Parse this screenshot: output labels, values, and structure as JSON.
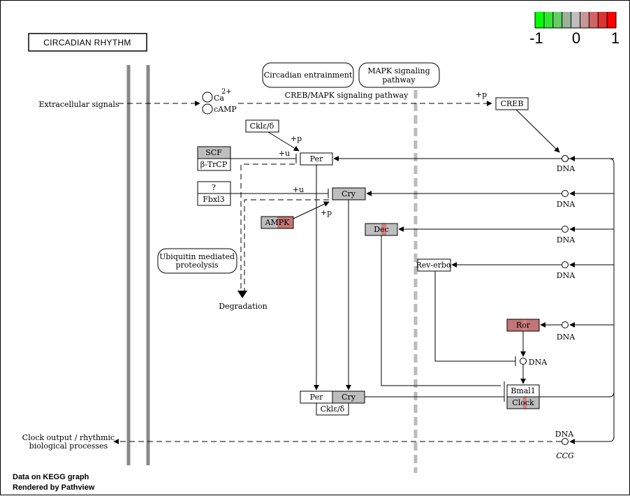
{
  "title": "CIRCADIAN RHYTHM",
  "legend": {
    "ticks": [
      "-1",
      "0",
      "1"
    ],
    "colors": [
      "#00ff00",
      "#33e633",
      "#66cc66",
      "#99b399",
      "#bebebe",
      "#c89696",
      "#d26464",
      "#dc3232",
      "#ff0000"
    ]
  },
  "colors": {
    "no_data": "#bebebe",
    "slight_up": "#c47575",
    "mild_up": "#d88080",
    "pathway_line": "#808080",
    "membrane_gray": "#888888"
  },
  "labels": {
    "extracellular": "Extracellular signals",
    "ca": "Ca",
    "ca_charge": "2+",
    "camp": "cAMP",
    "creb_mapk": "CREB/MAPK signaling pathway",
    "circadian_entrainment": "Circadian entrainment",
    "mapk_line1": "MAPK signaling",
    "mapk_line2": "pathway",
    "ubiquitin_line1": "Ubiquitin mediated",
    "ubiquitin_line2": "proteolysis",
    "degradation": "Degradation",
    "clock_output_line1": "Clock output / rhythmic",
    "clock_output_line2": "biological processes",
    "ccg": "CCG",
    "dna": "DNA",
    "plus_p": "+p",
    "plus_u": "+u",
    "question": "?"
  },
  "genes": {
    "creb": "CREB",
    "ckle_top": "Cklε/δ",
    "per": "Per",
    "scf": "SCF",
    "btrcp": "β-TrCP",
    "fbxl3": "Fbxl3",
    "cry": "Cry",
    "ampk": "AMPK",
    "dec": "Dec",
    "reverba": "Rev-erbα",
    "ror": "Ror",
    "bmal1": "Bmal1",
    "clock": "Clock",
    "per2": "Per",
    "cry2": "Cry",
    "ckle_bottom": "Cklε/δ"
  },
  "footer": {
    "line1": "Data on KEGG graph",
    "line2": "Rendered by  Pathview"
  }
}
